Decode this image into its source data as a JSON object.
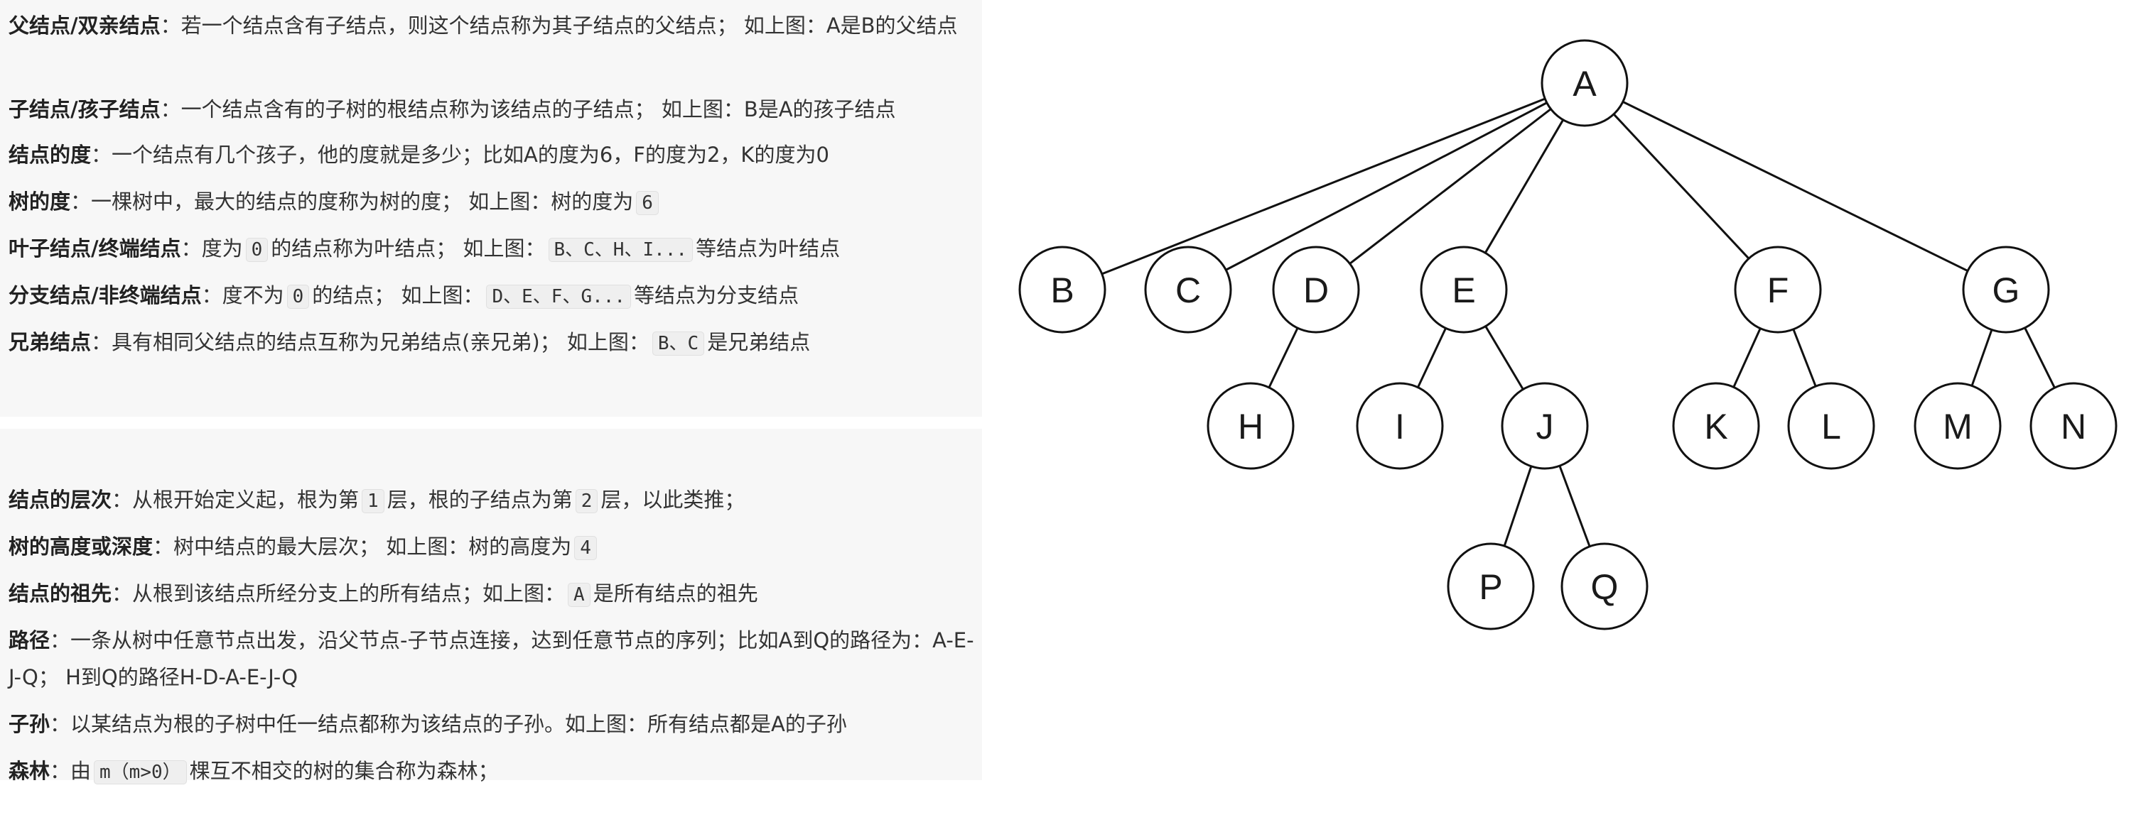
{
  "definitions_top": [
    {
      "term": "父结点/双亲结点",
      "parts": [
        "：若一个结点含有子结点，则这个结点称为其子结点的父结点；  如上图：A是B的父结点"
      ]
    },
    {
      "term": "子结点/孩子结点",
      "parts": [
        "：一个结点含有的子树的根结点称为该结点的子结点；  如上图：B是A的孩子结点"
      ]
    },
    {
      "term": "结点的度",
      "parts": [
        "：一个结点有几个孩子，他的度就是多少；比如A的度为6，F的度为2，K的度为0"
      ]
    },
    {
      "term": "树的度",
      "parts": [
        "：一棵树中，最大的结点的度称为树的度；  如上图：树的度为",
        "6",
        ""
      ]
    },
    {
      "term": "叶子结点/终端结点",
      "parts": [
        "：度为",
        "0",
        "的结点称为叶结点；  如上图：",
        "B、C、H、I...",
        "等结点为叶结点"
      ]
    },
    {
      "term": "分支结点/非终端结点",
      "parts": [
        "：度不为",
        "0",
        "的结点；  如上图：",
        "D、E、F、G...",
        "等结点为分支结点"
      ]
    },
    {
      "term": "兄弟结点",
      "parts": [
        "：具有相同父结点的结点互称为兄弟结点(亲兄弟)；  如上图：",
        "B、C",
        "是兄弟结点"
      ]
    }
  ],
  "definitions_bottom": [
    {
      "term": "结点的层次",
      "parts": [
        "：从根开始定义起，根为第",
        "1",
        "层，根的子结点为第",
        "2",
        "层，以此类推；"
      ]
    },
    {
      "term": "树的高度或深度",
      "parts": [
        "：树中结点的最大层次；  如上图：树的高度为",
        "4",
        ""
      ]
    },
    {
      "term": "结点的祖先",
      "parts": [
        "：从根到该结点所经分支上的所有结点；如上图：",
        "A",
        "是所有结点的祖先"
      ]
    },
    {
      "term": "路径",
      "parts": [
        "：一条从树中任意节点出发，沿父节点-子节点连接，达到任意节点的序列；比如A到Q的路径为：A-E-J-Q；  H到Q的路径H-D-A-E-J-Q"
      ]
    },
    {
      "term": "子孙",
      "parts": [
        "：以某结点为根的子树中任一结点都称为该结点的子孙。如上图：所有结点都是A的子孙"
      ]
    },
    {
      "term": "森林",
      "parts": [
        "：由",
        "m（m>0）",
        "棵互不相交的树的集合称为森林；"
      ]
    }
  ],
  "tree": {
    "nodes": [
      "A",
      "B",
      "C",
      "D",
      "E",
      "F",
      "G",
      "H",
      "I",
      "J",
      "K",
      "L",
      "M",
      "N",
      "P",
      "Q"
    ],
    "edges": [
      [
        "A",
        "B"
      ],
      [
        "A",
        "C"
      ],
      [
        "A",
        "D"
      ],
      [
        "A",
        "E"
      ],
      [
        "A",
        "F"
      ],
      [
        "A",
        "G"
      ],
      [
        "D",
        "H"
      ],
      [
        "E",
        "I"
      ],
      [
        "E",
        "J"
      ],
      [
        "F",
        "K"
      ],
      [
        "F",
        "L"
      ],
      [
        "G",
        "M"
      ],
      [
        "G",
        "N"
      ],
      [
        "J",
        "P"
      ],
      [
        "J",
        "Q"
      ]
    ]
  }
}
